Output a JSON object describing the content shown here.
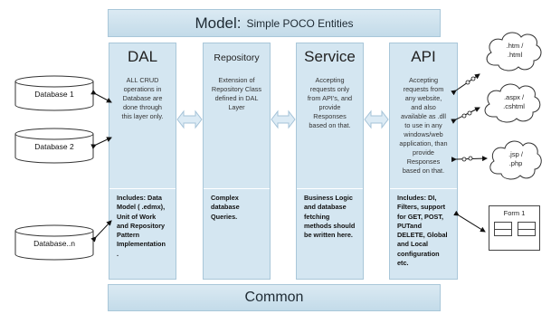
{
  "model_title": "Model:",
  "model_subtitle": "Simple POCO Entities",
  "common_title": "Common",
  "layers": [
    {
      "title": "DAL",
      "description": [
        "ALL CRUD",
        "operations in",
        "Database are",
        "done through",
        "this layer only."
      ],
      "includes": [
        "Includes: Data",
        "Model ( .edmx),",
        "Unit of Work",
        "and Repository",
        "Pattern",
        "Implementation",
        "."
      ]
    },
    {
      "title": "Repository",
      "description": [
        "Extension of",
        "Repository Class",
        "defined in DAL",
        "Layer"
      ],
      "includes": [
        "Complex",
        "database",
        "Queries."
      ]
    },
    {
      "title": "Service",
      "description": [
        "Accepting",
        "requests only",
        "from API's, and",
        "provide",
        "Responses",
        "based on that."
      ],
      "includes": [
        "Business Logic",
        "and database",
        "fetching",
        "methods should",
        "be written here."
      ]
    },
    {
      "title": "API",
      "description": [
        "Accepting",
        "requests from",
        "any website,",
        "and also",
        "available as .dll",
        "to use in any",
        "windows/web",
        "application, than",
        "provide",
        "Responses",
        "based on that."
      ],
      "includes": [
        "Includes: DI,",
        "Filters, support",
        "for GET, POST,",
        "PUTand",
        "DELETE, Global",
        "and Local",
        "configuration",
        "etc."
      ]
    }
  ],
  "databases": [
    "Database 1",
    "Database 2",
    "Database..n"
  ],
  "clouds": [
    [
      ".htm /",
      ".html"
    ],
    [
      ".aspx /",
      ".cshtml"
    ],
    [
      ".jsp /",
      ".php"
    ]
  ],
  "form_label": "Form 1"
}
